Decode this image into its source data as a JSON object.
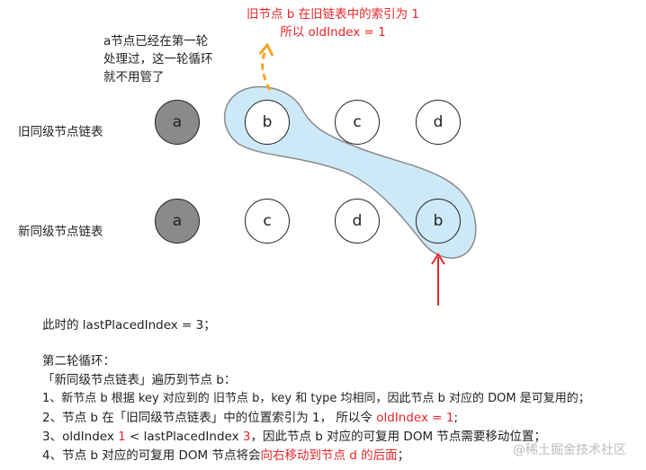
{
  "annotation_top": {
    "line1": "旧节点 b 在旧链表中的索引为 1",
    "line2": "所以 oldIndex = 1"
  },
  "note_a": {
    "line1": "a节点已经在第一轮",
    "line2": "处理过，这一轮循环",
    "line3": "就不用管了"
  },
  "rows": {
    "old_label": "旧同级节点链表",
    "new_label": "新同级节点链表",
    "old_nodes": [
      "a",
      "b",
      "c",
      "d"
    ],
    "new_nodes": [
      "a",
      "c",
      "d",
      "b"
    ]
  },
  "text": {
    "l0": "此时的 lastPlacedIndex = 3；",
    "l1": "第二轮循环：",
    "l2": "「新同级节点链表」遍历到节点 b：",
    "l3": "1、新节点 b 根据 key 对应到的 旧节点 b，key 和 type 均相同，因此节点 b 对应的 DOM 是可复用的；",
    "l4a": "2、节点 b 在「旧同级节点链表」中的位置索引为 1， 所以令 ",
    "l4b": "oldIndex = 1",
    "l4c": ";",
    "l5a": "3、oldIndex ",
    "l5b": "1",
    "l5c": " < lastPlacedIndex ",
    "l5d": "3",
    "l5e": "，因此节点 b 对应的可复用 DOM 节点需要移动位置；",
    "l6a": "4、节点 b 对应的可复用 DOM 节点将会",
    "l6b": "向右移动到节点 d 的后面",
    "l6c": "；"
  },
  "watermark": "@稀土掘金技术社区",
  "colors": {
    "highlight": "#cde9f8",
    "red": "#e8262a",
    "orange": "#f5a623",
    "done": "#8a8a8a"
  }
}
